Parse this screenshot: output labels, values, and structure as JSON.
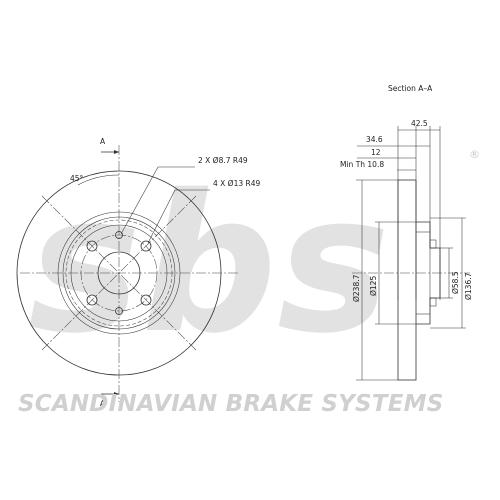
{
  "watermark": {
    "logo": "sbs",
    "registered_mark": "®",
    "company": "SCANDINAVIAN BRAKE SYSTEMS"
  },
  "front_view": {
    "section_marker_top": "A",
    "section_marker_bottom": "A",
    "angle_label": "45°",
    "callout_holes_small": "2 X Ø8.7 R49",
    "callout_holes_large": "4 X Ø13 R49"
  },
  "section_view": {
    "title": "Section A–A",
    "dimensions": {
      "overall_width": "42.5",
      "offset_height": "34.6",
      "thickness": "12",
      "min_thickness": "Min Th 10.8",
      "outer_diameter": "Ø238.7",
      "hat_diameter": "Ø125",
      "bore_diameter": "Ø58.5",
      "hat_outer_diameter": "Ø136.7"
    }
  }
}
